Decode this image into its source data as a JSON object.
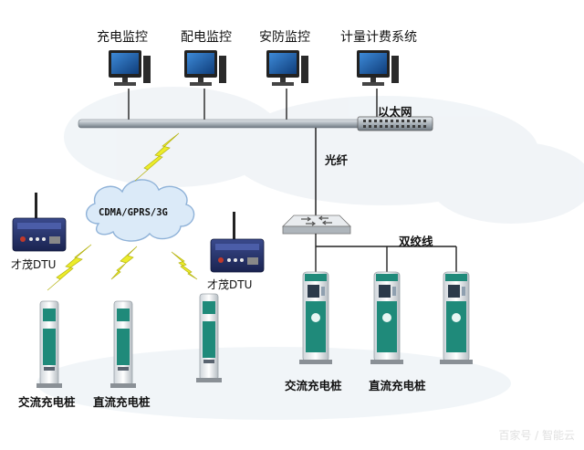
{
  "monitors": [
    {
      "label": "充电监控"
    },
    {
      "label": "配电监控"
    },
    {
      "label": "安防监控"
    },
    {
      "label": "计量计费系统"
    }
  ],
  "network": {
    "ethernet_label": "以太网",
    "fiber_label": "光纤",
    "twisted_pair_label": "双绞线",
    "wireless_label": "CDMA/GPRS/3G"
  },
  "dtu": [
    {
      "label": "才茂DTU"
    },
    {
      "label": "才茂DTU"
    }
  ],
  "chargers_left": [
    {
      "label": "交流充电桩"
    },
    {
      "label": "直流充电桩"
    }
  ],
  "chargers_right": [
    {
      "label": "交流充电桩"
    },
    {
      "label": "直流充电桩"
    }
  ],
  "watermark": "百家号 / 智能云",
  "colors": {
    "pile_green": "#1f8a7a",
    "switch_gray": "#b8bec4",
    "bolt_yellow": "#ecec2a",
    "cloud_blue": "#dbeaf8",
    "dtu_blue": "#23306a"
  }
}
